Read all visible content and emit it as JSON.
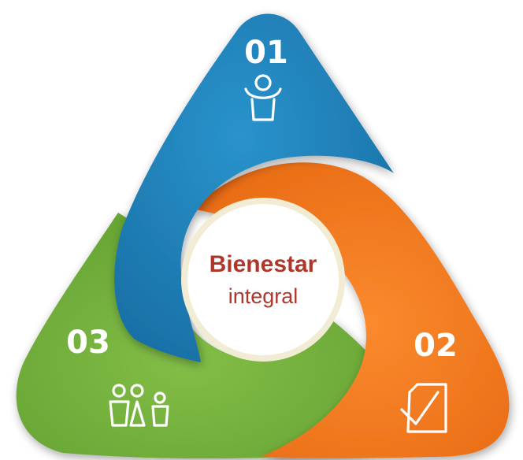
{
  "center": {
    "title": "Bienestar",
    "subtitle": "integral"
  },
  "segments": [
    {
      "number": "01",
      "icon": "person-at-podium-icon",
      "color": "#1e7bb3"
    },
    {
      "number": "02",
      "icon": "document-checkmark-icon",
      "color": "#f3761f"
    },
    {
      "number": "03",
      "icon": "group-of-people-icon",
      "color": "#70ad3a"
    }
  ],
  "colors": {
    "blue": "#1e7bb3",
    "orange": "#f3761f",
    "green": "#70ad3a",
    "center_text": "#b0362c"
  }
}
